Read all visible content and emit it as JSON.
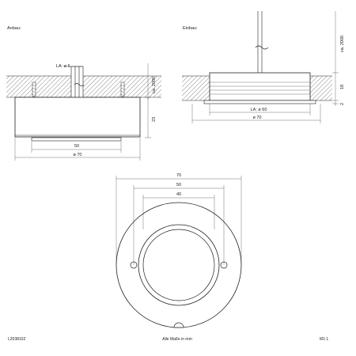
{
  "views": {
    "left_label": "Anbau:",
    "right_label": "Einbau:"
  },
  "dims": {
    "la_d6": "LA: ø 6",
    "ca2000": "ca. 2000",
    "d23": "23",
    "d50": "50",
    "d70": "ø 70",
    "r_la60": "LA: ø 60",
    "r_d70": "ø 70",
    "r_ca2000": "ca. 2000",
    "r_d18": "18",
    "r_d2": "2",
    "top70": "70",
    "top50": "50",
    "top40": "40"
  },
  "footer": {
    "code": "L2038102",
    "note": "Alle Maße in mm",
    "scale": "M1:1"
  }
}
